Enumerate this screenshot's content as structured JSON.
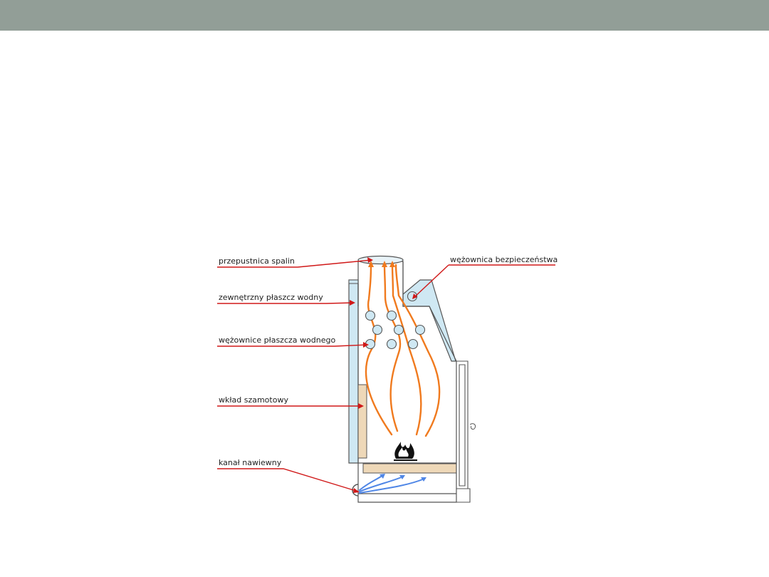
{
  "colors": {
    "top_bar": "#929e97",
    "leader_line": "#d01818",
    "water_jacket": "#cfe8f3",
    "flame_path": "#f07a1e",
    "air_flow": "#4f86e6",
    "firebrick": "#eed8b8",
    "outline": "#555555"
  },
  "diagram": {
    "labels": {
      "flue_damper": "przepustnica spalin",
      "safety_coil": "wężownica bezpieczeństwa",
      "outer_water_jacket": "zewnętrzny płaszcz wodny",
      "jacket_coils": "wężownice płaszcza wodnego",
      "firebrick_lining": "wkład szamotowy",
      "air_channel": "kanał nawiewny"
    },
    "icons": {
      "fire": "fire-icon"
    }
  }
}
